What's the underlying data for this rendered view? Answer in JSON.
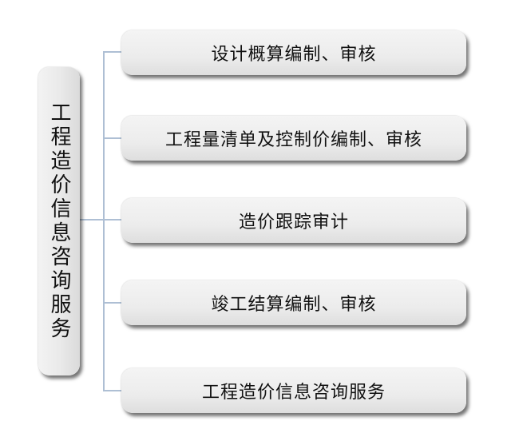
{
  "diagram": {
    "root": {
      "label": "工程造价信息咨询服务"
    },
    "branches": [
      {
        "label": "设计概算编制、审核"
      },
      {
        "label": "工程量清单及控制价编制、审核"
      },
      {
        "label": "造价跟踪审计"
      },
      {
        "label": "竣工结算编制、审核"
      },
      {
        "label": "工程造价信息咨询服务"
      }
    ]
  }
}
